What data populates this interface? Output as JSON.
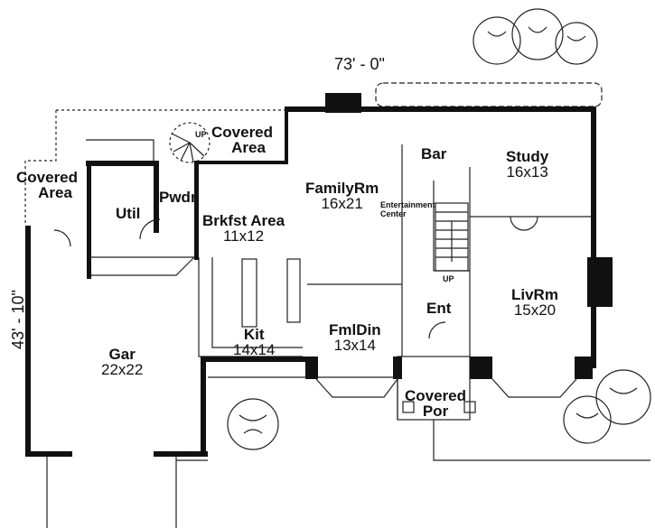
{
  "plan": {
    "type": "floor-plan",
    "dimensions": {
      "width": "73' - 0\"",
      "depth": "43' - 10\""
    },
    "rooms": [
      {
        "id": "covered-area-left",
        "name": "Covered",
        "name2": "Area",
        "size": ""
      },
      {
        "id": "covered-area-top",
        "name": "Covered",
        "name2": "Area",
        "size": "",
        "stair_label": "UP"
      },
      {
        "id": "util",
        "name": "Util",
        "size": ""
      },
      {
        "id": "pwdr",
        "name": "Pwdr",
        "size": ""
      },
      {
        "id": "brkfst",
        "name": "Brkfst Area",
        "size": "11x12"
      },
      {
        "id": "familyrm",
        "name": "FamilyRm",
        "size": "16x21"
      },
      {
        "id": "bar",
        "name": "Bar",
        "size": ""
      },
      {
        "id": "study",
        "name": "Study",
        "size": "16x13"
      },
      {
        "id": "livrm",
        "name": "LivRm",
        "size": "15x20"
      },
      {
        "id": "ent",
        "name": "Ent",
        "size": "",
        "stair_label": "UP"
      },
      {
        "id": "fmldin",
        "name": "FmlDin",
        "size": "13x14"
      },
      {
        "id": "kit",
        "name": "Kit",
        "size": "14x14"
      },
      {
        "id": "gar",
        "name": "Gar",
        "size": "22x22"
      },
      {
        "id": "covered-por",
        "name": "Covered",
        "name2": "Por",
        "size": ""
      }
    ],
    "annotations": {
      "entertainment_center_1": "Entertainment",
      "entertainment_center_2": "Center"
    },
    "colors": {
      "wall": "#111111",
      "line": "#222222",
      "background": "#ffffff"
    }
  }
}
